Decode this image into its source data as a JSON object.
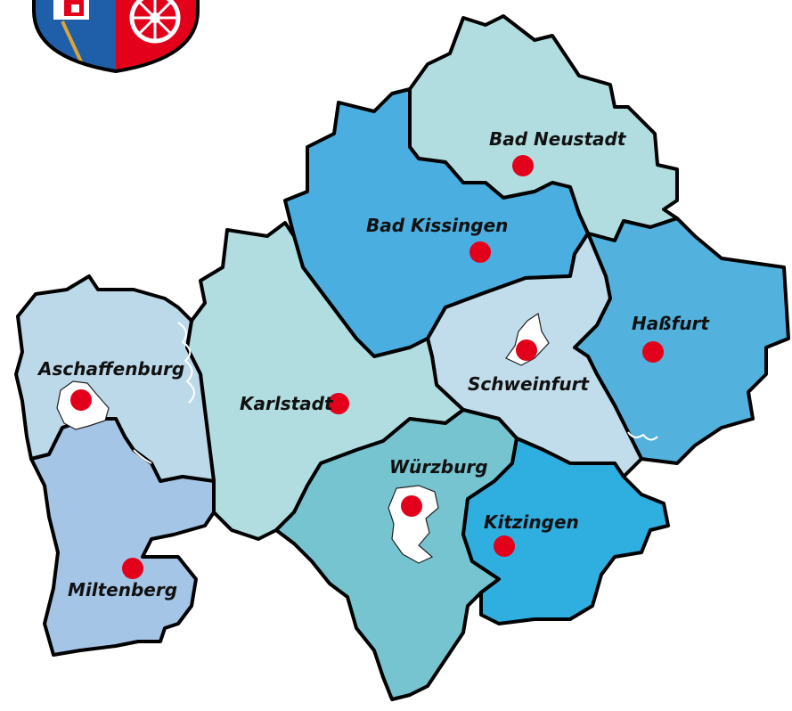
{
  "map": {
    "colors": {
      "outline": "#000000",
      "seat_dot": "#e3001b",
      "city_fill": "#ffffff",
      "shades": {
        "pale_teal": "#b1dde1",
        "light_blue": "#bcd9ea",
        "medium_blue": "#4aaee0",
        "sky_blue": "#52b2dd",
        "bright_blue": "#2faee0",
        "teal": "#76c4d0",
        "periwinkle": "#a5c5e6",
        "ice_blue": "#c1dcea"
      }
    },
    "districts": [
      {
        "id": "bad-neustadt",
        "label": "Bad Neustadt",
        "shade": "#b1dde1"
      },
      {
        "id": "bad-kissingen",
        "label": "Bad Kissingen",
        "shade": "#4aaee0"
      },
      {
        "id": "hassfurt",
        "label": "Haßfurt",
        "shade": "#52b2dd"
      },
      {
        "id": "schweinfurt",
        "label": "Schweinfurt",
        "shade": "#c1dcea"
      },
      {
        "id": "karlstadt",
        "label": "Karlstadt",
        "shade": "#b1dde1"
      },
      {
        "id": "aschaffenburg",
        "label": "Aschaffenburg",
        "shade": "#bcd9ea"
      },
      {
        "id": "miltenberg",
        "label": "Miltenberg",
        "shade": "#a5c5e6"
      },
      {
        "id": "wuerzburg",
        "label": "Würzburg",
        "shade": "#76c4d0"
      },
      {
        "id": "kitzingen",
        "label": "Kitzingen",
        "shade": "#2faee0"
      }
    ],
    "coat_of_arms": {
      "icon": "coat-of-arms-icon",
      "colors": {
        "red": "#e3001b",
        "blue": "#1f5ea8",
        "white": "#ffffff"
      }
    }
  }
}
